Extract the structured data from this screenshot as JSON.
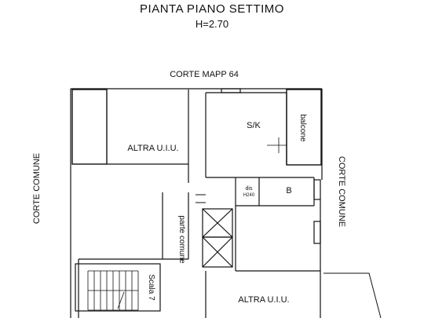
{
  "header": {
    "title": "PIANTA PIANO SETTIMO",
    "height_label": "H=2.70"
  },
  "labels": {
    "courtyard_top": "CORTE MAPP 64",
    "courtyard_left": "CORTE COMUNE",
    "courtyard_right": "CORTE COMUNE",
    "unit_upper": "ALTRA U.I.U.",
    "unit_lower": "ALTRA U.I.U.",
    "kitchen": "S/K",
    "balcony": "balcone",
    "bathroom": "B",
    "dis": "dis",
    "dis_height": "H240",
    "common_part": "parte comune",
    "stair": "Scala 7"
  }
}
